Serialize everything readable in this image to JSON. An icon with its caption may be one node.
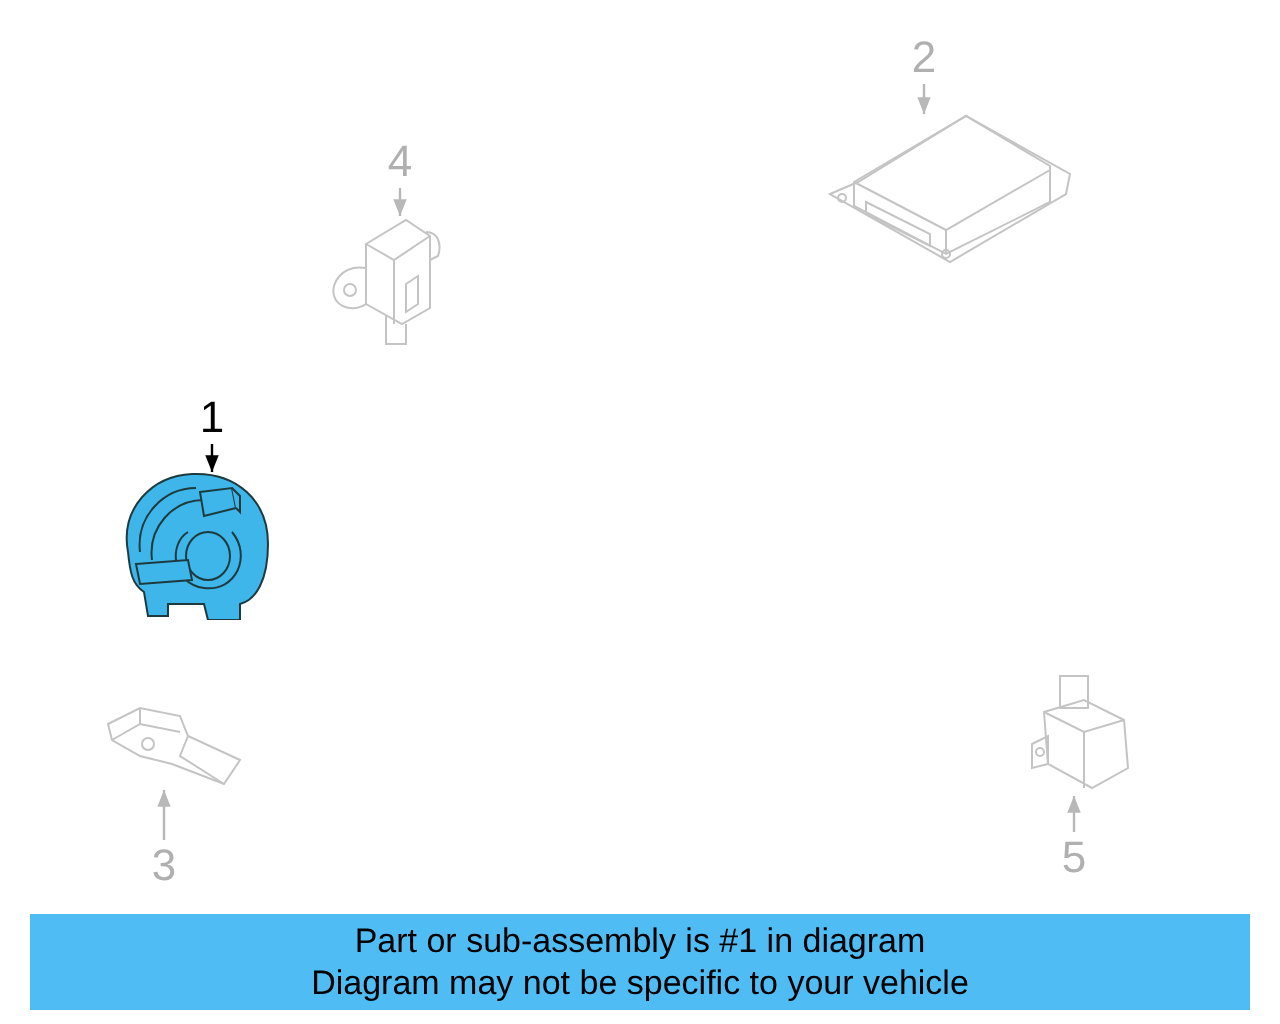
{
  "diagram": {
    "nodes": [
      {
        "text": [
          "2"
        ]
      },
      {
        "text": [],
        "shape": "picture"
      },
      {
        "text": [
          "4"
        ]
      },
      {
        "text": [],
        "shape": "picture"
      },
      {
        "text": [
          "1"
        ]
      },
      {
        "text": [],
        "shape": "picture"
      },
      {
        "text": [],
        "shape": "picture"
      },
      {
        "text": [],
        "shape": "picture"
      },
      {
        "text": [
          "3"
        ]
      },
      {
        "text": [
          "5"
        ]
      },
      {
        "text": [
          "Part or sub-assembly is #1 in diagram",
          "Diagram may not be specific to your vehicle"
        ]
      }
    ],
    "edges": [
      {
        "from": 0,
        "to": 1,
        "arrow": "to"
      },
      {
        "from": 2,
        "to": 3,
        "arrow": "to"
      },
      {
        "from": 4,
        "to": 5,
        "arrow": "to",
        "color": "#000000"
      },
      {
        "from": 8,
        "to": 6,
        "arrow": "to"
      },
      {
        "from": 9,
        "to": 7,
        "arrow": "to"
      }
    ]
  }
}
